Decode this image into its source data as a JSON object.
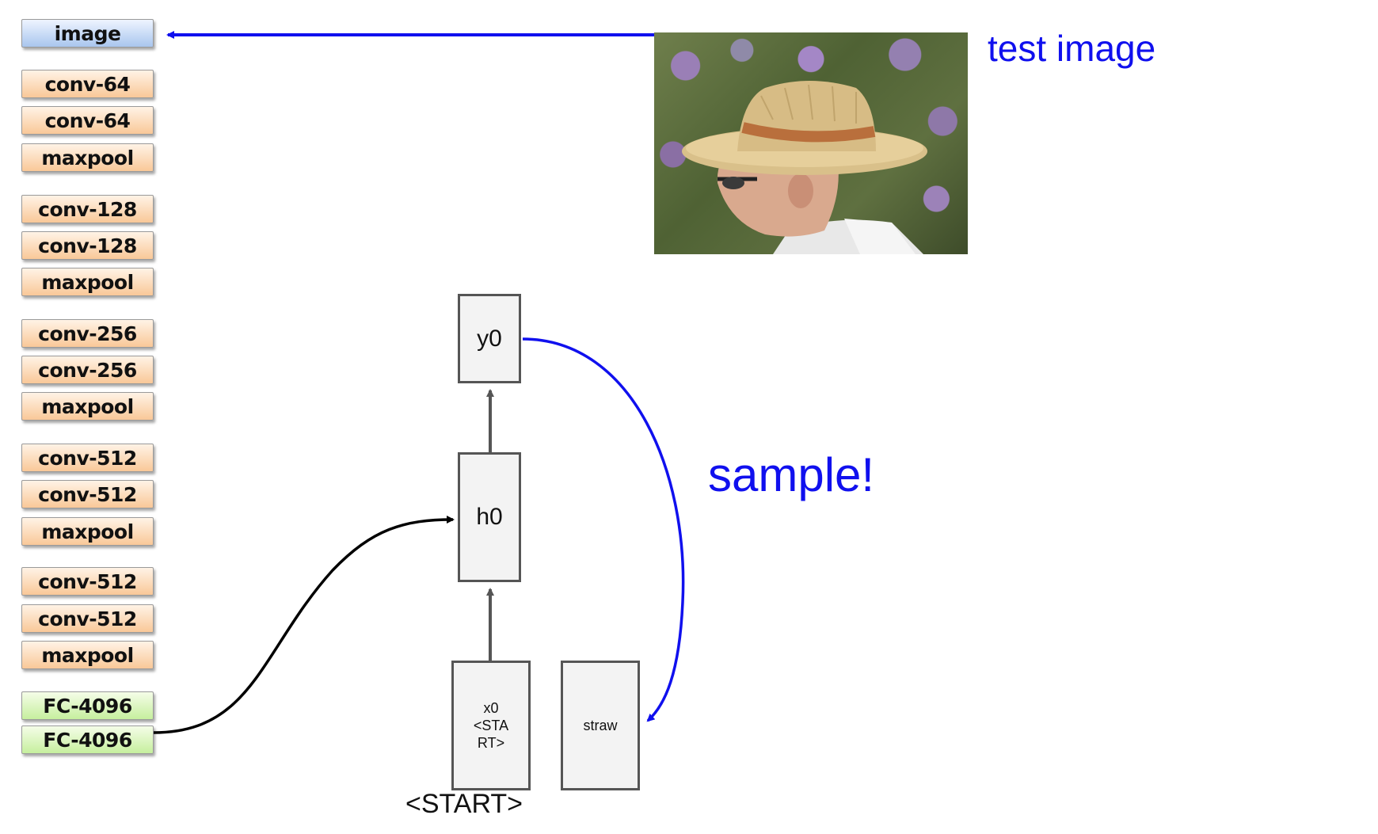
{
  "cnn_layers": [
    {
      "label": "image",
      "kind": "image"
    },
    {
      "label": "conv-64",
      "kind": "conv"
    },
    {
      "label": "conv-64",
      "kind": "conv"
    },
    {
      "label": "maxpool",
      "kind": "conv"
    },
    {
      "label": "conv-128",
      "kind": "conv"
    },
    {
      "label": "conv-128",
      "kind": "conv"
    },
    {
      "label": "maxpool",
      "kind": "conv"
    },
    {
      "label": "conv-256",
      "kind": "conv"
    },
    {
      "label": "conv-256",
      "kind": "conv"
    },
    {
      "label": "maxpool",
      "kind": "conv"
    },
    {
      "label": "conv-512",
      "kind": "conv"
    },
    {
      "label": "conv-512",
      "kind": "conv"
    },
    {
      "label": "maxpool",
      "kind": "conv"
    },
    {
      "label": "conv-512",
      "kind": "conv"
    },
    {
      "label": "conv-512",
      "kind": "conv"
    },
    {
      "label": "maxpool",
      "kind": "conv"
    },
    {
      "label": "FC-4096",
      "kind": "fc"
    },
    {
      "label": "FC-4096",
      "kind": "fc"
    }
  ],
  "test_image_label": "test image",
  "sample_label": "sample!",
  "rnn": {
    "y0": "y0",
    "h0": "h0",
    "x0": "x0\n<STA\nRT>",
    "sampled_word": "straw",
    "start_caption": "<START>"
  },
  "colors": {
    "accent_blue": "#1010ee",
    "image_layer": "#a9c6ee",
    "conv_layer": "#f9c898",
    "fc_layer": "#c6ef9e"
  }
}
